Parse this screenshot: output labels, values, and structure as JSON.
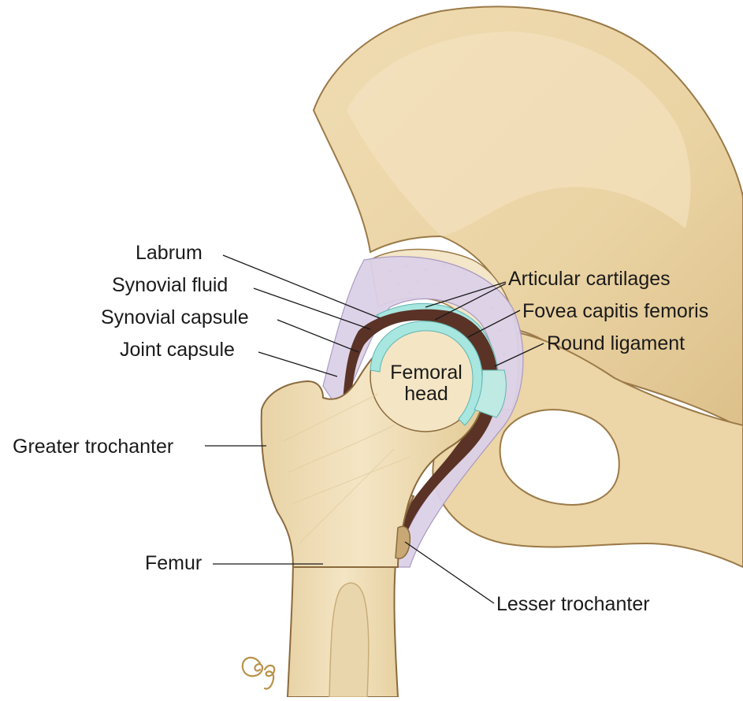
{
  "diagram": {
    "labels": {
      "labrum": "Labrum",
      "synovial_fluid": "Synovial fluid",
      "synovial_capsule": "Synovial capsule",
      "joint_capsule": "Joint capsule",
      "greater_trochanter": "Greater trochanter",
      "femur": "Femur",
      "articular_cartilages": "Articular cartilages",
      "fovea_capitis_femoris": "Fovea capitis femoris",
      "round_ligament": "Round ligament",
      "lesser_trochanter": "Lesser trochanter",
      "femoral_head_line1": "Femoral",
      "femoral_head_line2": "head"
    },
    "colors": {
      "bone": "#f1dfb9",
      "bone_shadow": "#d9bf8d",
      "bone_outline": "#8a6a3d",
      "cartilage": "#a8e6e0",
      "synovial_fluid": "#5a3326",
      "capsule": "#d9cfe6",
      "marrow": "#efe1c4"
    },
    "signature": "Cg"
  }
}
